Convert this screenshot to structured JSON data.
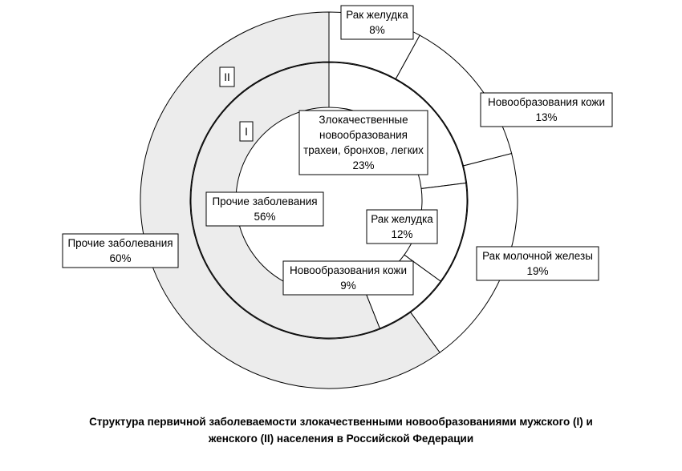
{
  "chart_data": {
    "type": "pie",
    "rings": [
      {
        "id": "I",
        "marker": "I",
        "slices": [
          {
            "lines": [
              "Злокачественные",
              "новообразования",
              "трахеи, бронхов, легких"
            ],
            "value": 23,
            "label": "23%"
          },
          {
            "lines": [
              "Рак желудка"
            ],
            "value": 12,
            "label": "12%"
          },
          {
            "lines": [
              "Новообразования кожи"
            ],
            "value": 9,
            "label": "9%"
          },
          {
            "lines": [
              "Прочие заболевания"
            ],
            "value": 56,
            "label": "56%"
          }
        ]
      },
      {
        "id": "II",
        "marker": "II",
        "slices": [
          {
            "lines": [
              "Рак желудка"
            ],
            "value": 8,
            "label": "8%"
          },
          {
            "lines": [
              "Новообразования кожи"
            ],
            "value": 13,
            "label": "13%"
          },
          {
            "lines": [
              "Рак молочной железы"
            ],
            "value": 19,
            "label": "19%"
          },
          {
            "lines": [
              "Прочие заболевания"
            ],
            "value": 60,
            "label": "60%"
          }
        ]
      }
    ],
    "title_lines": [
      "Структура первичной заболеваемости злокачественными новообразованиями мужского (I) и",
      "женского (II) населения в Российской Федерации"
    ],
    "colors": {
      "shaded": "#ececec",
      "plain": "#ffffff",
      "stroke": "#000000"
    }
  }
}
